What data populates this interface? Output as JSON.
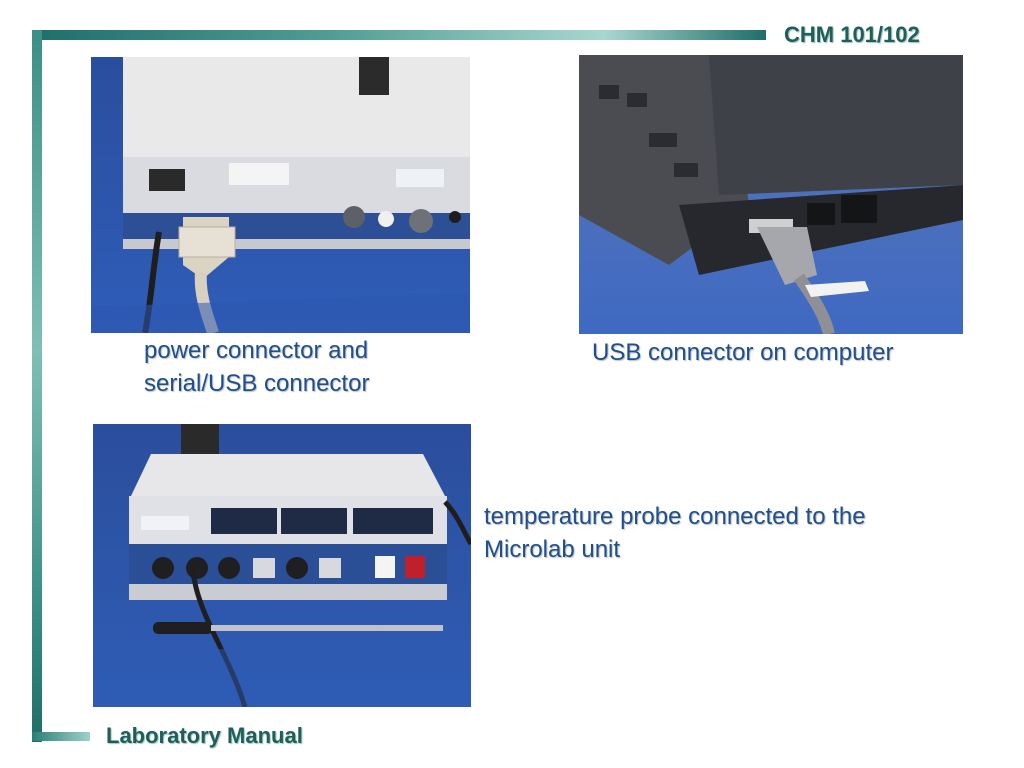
{
  "header": {
    "course_code": "CHM 101/102"
  },
  "footer": {
    "title": "Laboratory Manual"
  },
  "photos": [
    {
      "caption": "power connector and serial/USB connector"
    },
    {
      "caption": "USB connector on computer"
    },
    {
      "caption": "temperature probe connected to the Microlab unit"
    }
  ],
  "colors": {
    "caption_text": "#1e4f8f",
    "heading_text": "#1e5f5a",
    "frame_accent": "#3b8f86",
    "photo_backdrop": "#284aa0"
  }
}
